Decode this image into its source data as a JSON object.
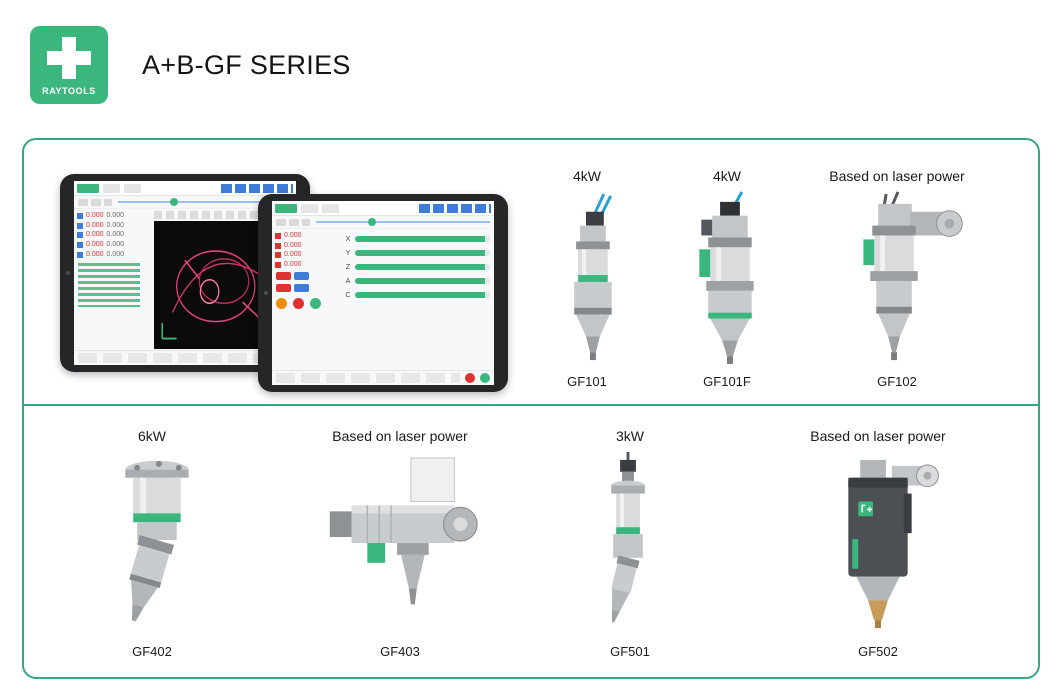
{
  "brand": {
    "logo_text": "RAYTOOLS"
  },
  "page": {
    "title": "A+B-GF SERIES"
  },
  "products": [
    {
      "power_label": "4kW",
      "model": "GF101"
    },
    {
      "power_label": "4kW",
      "model": "GF101F"
    },
    {
      "power_label": "Based on laser power",
      "model": "GF102"
    },
    {
      "power_label": "6kW",
      "model": "GF402"
    },
    {
      "power_label": "Based on laser power",
      "model": "GF403"
    },
    {
      "power_label": "3kW",
      "model": "GF501"
    },
    {
      "power_label": "Based on laser power",
      "model": "GF502"
    }
  ],
  "tablet_ui": {
    "coordinate_value": "0.000",
    "axes": [
      "X",
      "Y",
      "Z",
      "A",
      "C"
    ]
  },
  "colors": {
    "brand_green": "#3bb77e",
    "panel_border_green": "#35a77e",
    "cable_blue": "#2a9fd0",
    "cad_highlight_pink": "#e8417f",
    "nozzle_brass": "#c79b5a"
  }
}
